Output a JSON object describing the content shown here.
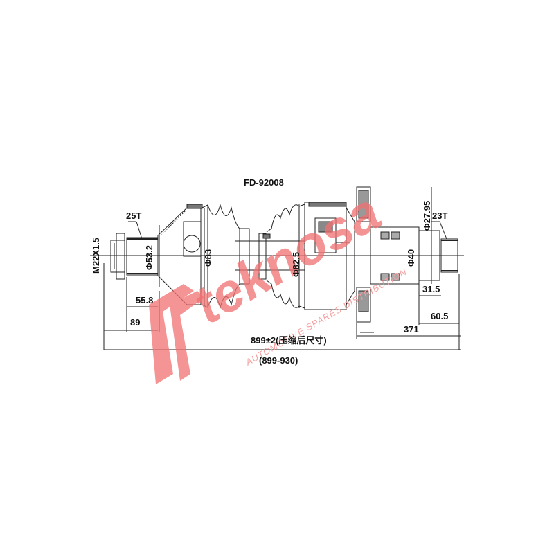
{
  "drawing": {
    "part_number": "FD-92008",
    "labels": {
      "thread": "M22X1.5",
      "left_spline": "25T",
      "right_spline": "23T",
      "dia_left_shaft": "Φ53.2",
      "dia_outer_boot": "Φ83",
      "dia_inner_boot": "Φ82.5",
      "dia_right_shaft": "Φ40",
      "dia_right_stub": "Φ27.95",
      "len_left_spline": "55.8",
      "len_left": "89",
      "len_right_stub": "31.5",
      "len_right_end": "60.5",
      "len_right": "371",
      "len_total": "899±2(压缩后尺寸)",
      "len_range": "(899-930)"
    }
  },
  "watermark": {
    "brand": "teknosa",
    "tagline": "AUTOMOTIVE SPARES DISTRIBUTION",
    "color": "#f07070"
  }
}
